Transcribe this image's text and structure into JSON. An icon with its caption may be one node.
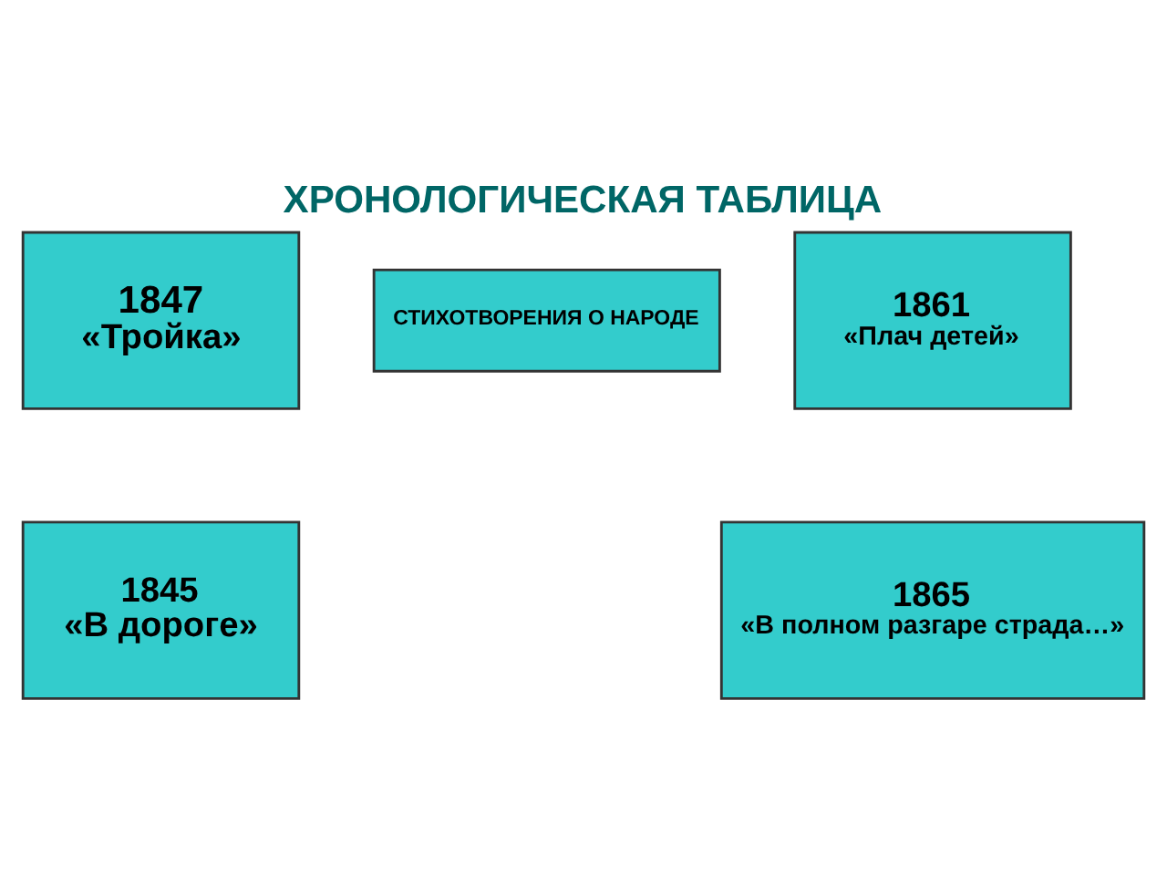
{
  "diagram": {
    "title": "ХРОНОЛОГИЧЕСКАЯ ТАБЛИЦА",
    "nodes": [
      {
        "text": [
          "1847",
          "«Тройка»"
        ]
      },
      {
        "text": [
          "СТИХОТВОРЕНИЯ О НАРОДЕ"
        ]
      },
      {
        "text": [
          "1861",
          "«Плач детей»"
        ]
      },
      {
        "text": [
          "1845",
          "«В дороге»"
        ]
      },
      {
        "text": [
          "1865",
          "«В полном разгаре страда…»"
        ]
      }
    ],
    "edges": []
  }
}
